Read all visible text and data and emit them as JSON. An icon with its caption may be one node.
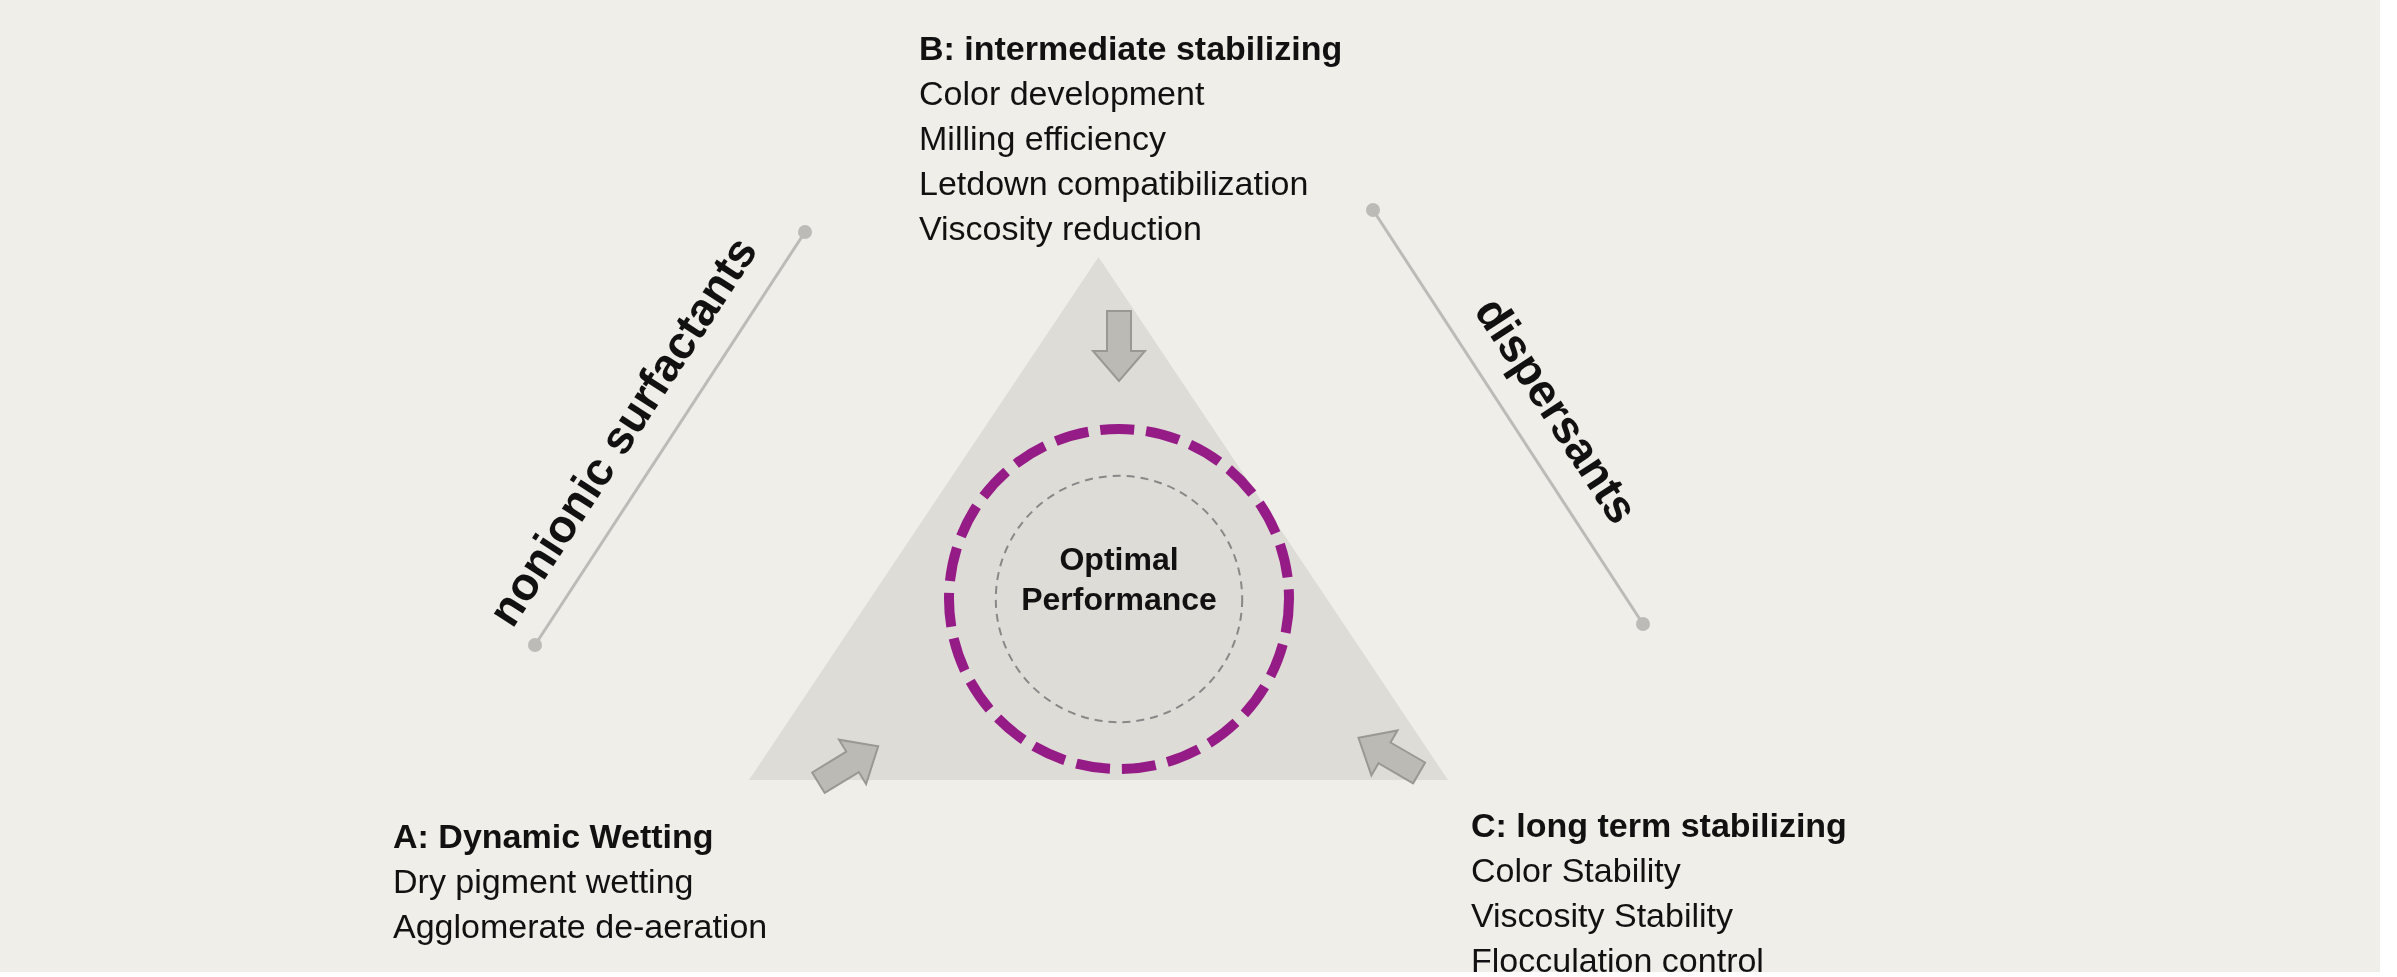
{
  "diagram": {
    "nodes": [
      {
        "text": [
          "B: intermediate stabilizing",
          "Color development",
          "Milling efficiency",
          "Letdown compatibilization",
          "Viscosity reduction"
        ]
      },
      {
        "text": [],
        "shape": "triangle"
      },
      {
        "text": [
          "Optimal Performance"
        ],
        "in": 1
      },
      {
        "text": [
          "A: Dynamic Wetting",
          "Dry pigment wetting",
          "Agglomerate de-aeration"
        ]
      },
      {
        "text": [
          "C: long term stabilizing",
          "Color Stability",
          "Viscosity Stability",
          "Flocculation control"
        ]
      }
    ],
    "edges": [
      {
        "from": 0,
        "to": 2,
        "arrow": "to"
      },
      {
        "from": 3,
        "to": 2,
        "arrow": "to"
      },
      {
        "from": 4,
        "to": 2,
        "arrow": "to"
      }
    ],
    "labels": [
      "nonionic surfactants",
      "dispersants"
    ]
  }
}
